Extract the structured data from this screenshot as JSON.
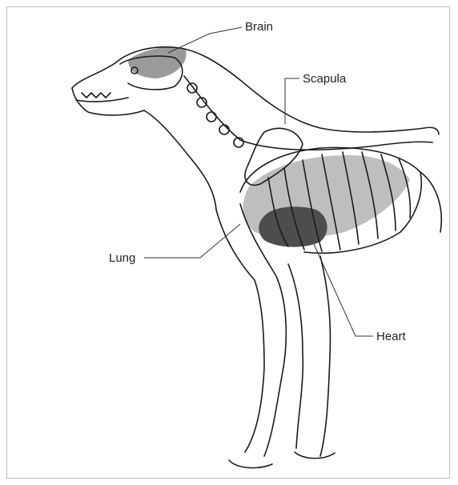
{
  "labels": {
    "brain": "Brain",
    "scapula": "Scapula",
    "lung": "Lung",
    "heart": "Heart"
  },
  "colors": {
    "outline": "#1a1a1a",
    "organ_shade": "#9a9a9a",
    "heart_shade": "#4d4d4d",
    "frame": "#bdbdbd"
  }
}
